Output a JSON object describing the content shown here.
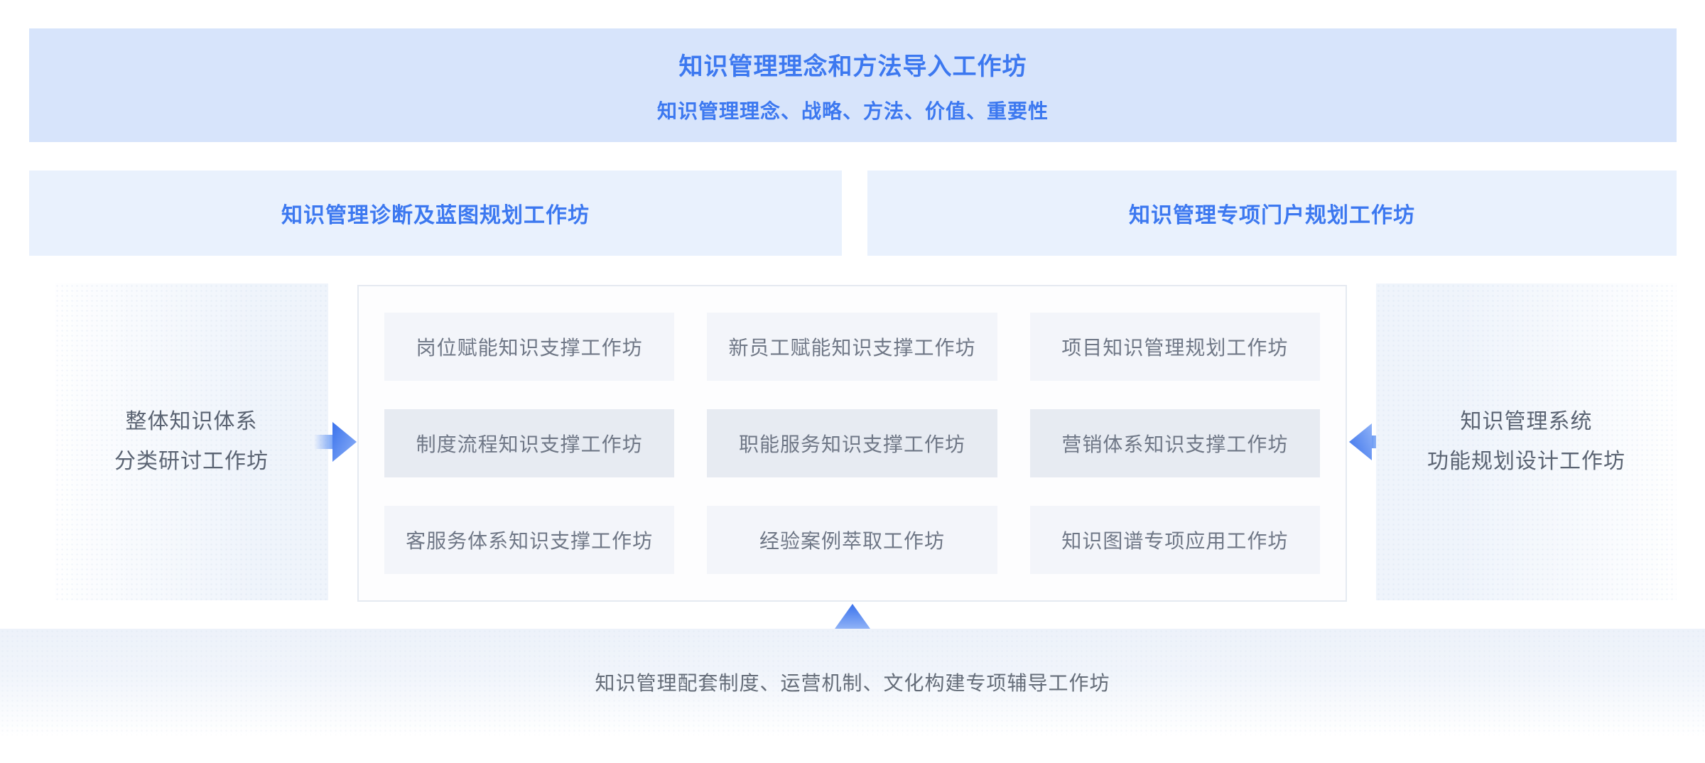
{
  "palette": {
    "accent-blue": "#3C78F0",
    "banner-bg": "#D7E4FB",
    "banner2-bg": "#E9F1FD",
    "side-box-bg": "#EFF4FB",
    "grid-bg": "#FDFDFE",
    "grid-border": "#E5EAF1",
    "cell-bg": "#F3F5FA",
    "cell-alt-bg": "#E7EBF2",
    "text-gray": "#6F7786",
    "side-text": "#5A6372",
    "band-bg": "#EDF2FA",
    "band-text": "#646C78",
    "arrow-dark": "#3A72EC",
    "arrow-mid": "#6D9CF4",
    "arrow-light": "#8FB2F7"
  },
  "top_banner": {
    "title": "知识管理理念和方法导入工作坊",
    "subtitle": "知识管理理念、战略、方法、价值、重要性"
  },
  "row2": {
    "left_title": "知识管理诊断及蓝图规划工作坊",
    "right_title": "知识管理专项门户规划工作坊"
  },
  "left_box": {
    "line1": "整体知识体系",
    "line2": "分类研讨工作坊"
  },
  "right_box": {
    "line1": "知识管理系统",
    "line2": "功能规划设计工作坊"
  },
  "grid": {
    "cells": [
      "岗位赋能知识支撑工作坊",
      "新员工赋能知识支撑工作坊",
      "项目知识管理规划工作坊",
      "制度流程知识支撑工作坊",
      "职能服务知识支撑工作坊",
      "营销体系知识支撑工作坊",
      "客服务体系知识支撑工作坊",
      "经验案例萃取工作坊",
      "知识图谱专项应用工作坊"
    ]
  },
  "bottom_band": {
    "label": "知识管理配套制度、运营机制、文化构建专项辅导工作坊"
  },
  "icons": {
    "left_to_grid": "right-arrow",
    "right_to_grid": "left-arrow",
    "bottom_to_grid": "up-arrow"
  }
}
